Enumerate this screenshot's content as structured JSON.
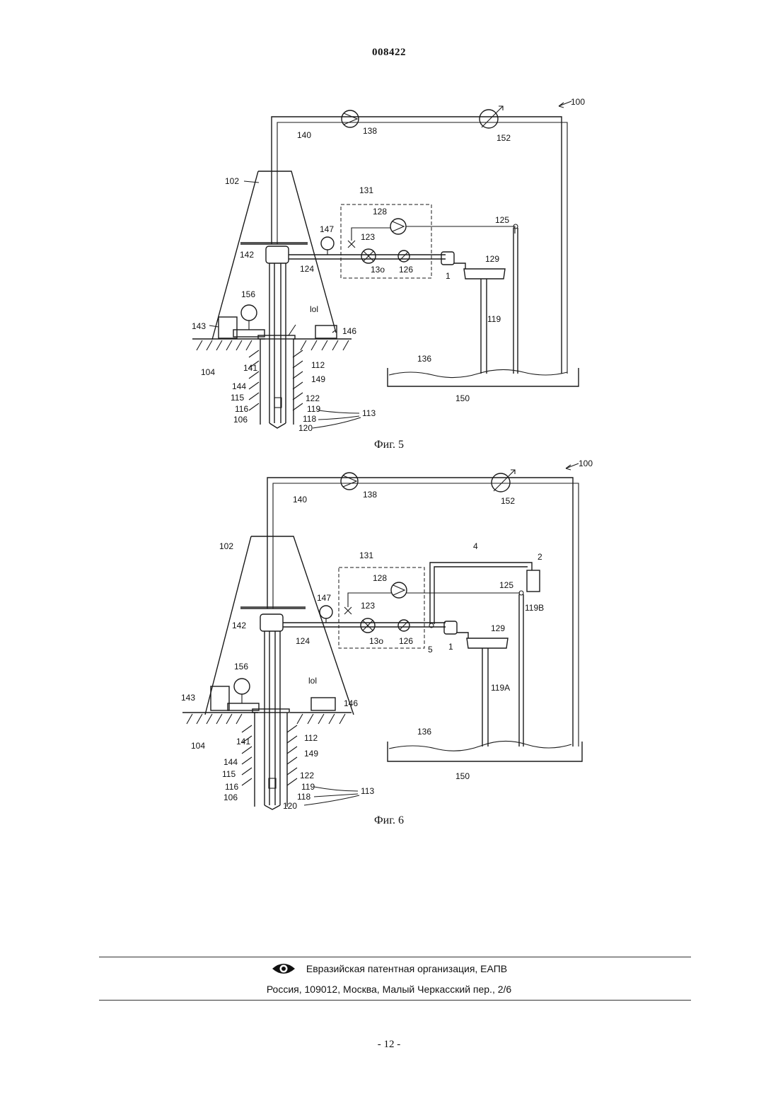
{
  "header": {
    "document_number": "008422"
  },
  "figures": [
    {
      "caption": "Фиг. 5",
      "labels": {
        "l100": "100",
        "l102": "102",
        "l104": "104",
        "l106": "106",
        "l112": "112",
        "l113": "113",
        "l115": "115",
        "l116": "116",
        "l118": "118",
        "l119": "119",
        "l119b": "119",
        "l120": "120",
        "l122": "122",
        "l123": "123",
        "l124": "124",
        "l125": "125",
        "l126": "126",
        "l128": "128",
        "l129": "129",
        "l130": "13о",
        "l131": "131",
        "l136": "136",
        "l138": "138",
        "l140": "140",
        "l141": "141",
        "l142": "142",
        "l143": "143",
        "l144": "144",
        "l146": "146",
        "l147": "147",
        "l149": "149",
        "l150": "150",
        "l152": "152",
        "l156": "156",
        "l101": "lol",
        "l1": "1"
      }
    },
    {
      "caption": "Фиг. 6",
      "labels": {
        "l100": "100",
        "l102": "102",
        "l104": "104",
        "l106": "106",
        "l112": "112",
        "l113": "113",
        "l115": "115",
        "l116": "116",
        "l118": "118",
        "l119": "119",
        "l120": "120",
        "l122": "122",
        "l123": "123",
        "l124": "124",
        "l125": "125",
        "l126": "126",
        "l128": "128",
        "l129": "129",
        "l130": "13о",
        "l131": "131",
        "l136": "136",
        "l138": "138",
        "l140": "140",
        "l141": "141",
        "l142": "142",
        "l143": "143",
        "l144": "144",
        "l146": "146",
        "l147": "147",
        "l149": "149",
        "l150": "150",
        "l152": "152",
        "l156": "156",
        "l101": "lol",
        "l1": "1",
        "l2": "2",
        "l4": "4",
        "l5": "5",
        "l119A": "119А",
        "l119B": "119В"
      }
    }
  ],
  "footer": {
    "organization": "Евразийская патентная организация, ЕАПВ",
    "address": "Россия, 109012, Москва, Малый Черкасский пер., 2/6"
  },
  "page_number": "- 12 -"
}
